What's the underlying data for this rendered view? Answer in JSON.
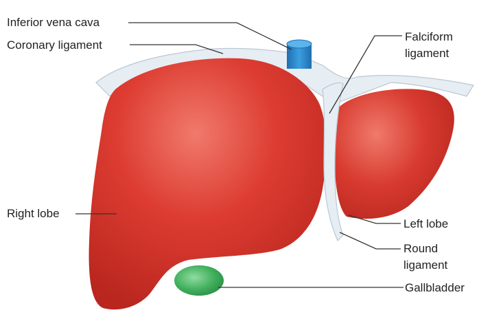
{
  "labels": {
    "inferior_vena_cava": "Inferior vena cava",
    "coronary_ligament": "Coronary ligament",
    "falciform_line1": "Falciform",
    "falciform_line2": "ligament",
    "right_lobe": "Right lobe",
    "left_lobe": "Left lobe",
    "round_line1": "Round",
    "round_line2": "ligament",
    "gallbladder": "Gallbladder"
  },
  "colors": {
    "liver": "#d4362b",
    "liver_highlight": "#ee7a6a",
    "ligament": "#e4ecf2",
    "vena_cava": "#2c87c6",
    "gallbladder": "#3fae5b",
    "leader": "#333333"
  }
}
